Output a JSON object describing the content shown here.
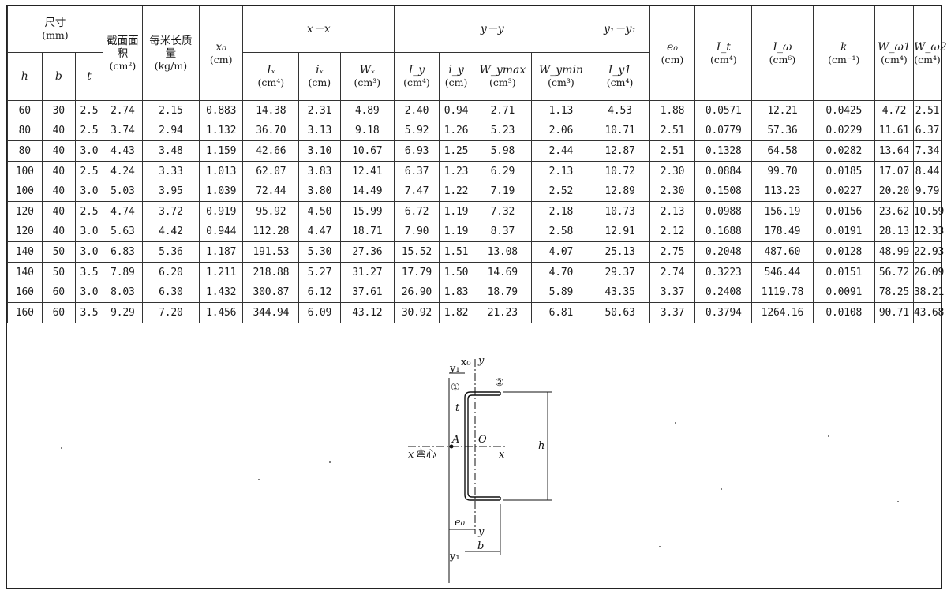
{
  "headers": {
    "dimensions": {
      "label": "尺寸",
      "unit": "(mm)"
    },
    "h": "h",
    "b": "b",
    "t": "t",
    "area": {
      "label": "截面面积",
      "unit": "(cm²)"
    },
    "mass": {
      "label": "每米长质 量",
      "unit": "(kg/m)"
    },
    "x0": {
      "label": "x₀",
      "unit": "(cm)"
    },
    "xx": "x－x",
    "Ix": {
      "label": "Iₓ",
      "unit": "(cm⁴)"
    },
    "ix": {
      "label": "iₓ",
      "unit": "(cm)"
    },
    "Wx": {
      "label": "Wₓ",
      "unit": "(cm³)"
    },
    "yy": "y－y",
    "Iy": {
      "label": "I_y",
      "unit": "(cm⁴)"
    },
    "iy": {
      "label": "i_y",
      "unit": "(cm)"
    },
    "Wymax": {
      "label": "W_ymax",
      "unit": "(cm³)"
    },
    "Wymin": {
      "label": "W_ymin",
      "unit": "(cm³)"
    },
    "y1y1": "y₁－y₁",
    "Iy1": {
      "label": "I_y1",
      "unit": "(cm⁴)"
    },
    "e0": {
      "label": "e₀",
      "unit": "(cm)"
    },
    "It": {
      "label": "I_t",
      "unit": "(cm⁴)"
    },
    "Iw": {
      "label": "I_ω",
      "unit": "(cm⁶)"
    },
    "k": {
      "label": "k",
      "unit": "(cm⁻¹)"
    },
    "Ww1": {
      "label": "W_ω1",
      "unit": "(cm⁴)"
    },
    "Ww2": {
      "label": "W_ω2",
      "unit": "(cm⁴)"
    }
  },
  "rows": [
    [
      "60",
      "30",
      "2.5",
      "2.74",
      "2.15",
      "0.883",
      "14.38",
      "2.31",
      "4.89",
      "2.40",
      "0.94",
      "2.71",
      "1.13",
      "4.53",
      "1.88",
      "0.0571",
      "12.21",
      "0.0425",
      "4.72",
      "2.51"
    ],
    [
      "80",
      "40",
      "2.5",
      "3.74",
      "2.94",
      "1.132",
      "36.70",
      "3.13",
      "9.18",
      "5.92",
      "1.26",
      "5.23",
      "2.06",
      "10.71",
      "2.51",
      "0.0779",
      "57.36",
      "0.0229",
      "11.61",
      "6.37"
    ],
    [
      "80",
      "40",
      "3.0",
      "4.43",
      "3.48",
      "1.159",
      "42.66",
      "3.10",
      "10.67",
      "6.93",
      "1.25",
      "5.98",
      "2.44",
      "12.87",
      "2.51",
      "0.1328",
      "64.58",
      "0.0282",
      "13.64",
      "7.34"
    ],
    [
      "100",
      "40",
      "2.5",
      "4.24",
      "3.33",
      "1.013",
      "62.07",
      "3.83",
      "12.41",
      "6.37",
      "1.23",
      "6.29",
      "2.13",
      "10.72",
      "2.30",
      "0.0884",
      "99.70",
      "0.0185",
      "17.07",
      "8.44"
    ],
    [
      "100",
      "40",
      "3.0",
      "5.03",
      "3.95",
      "1.039",
      "72.44",
      "3.80",
      "14.49",
      "7.47",
      "1.22",
      "7.19",
      "2.52",
      "12.89",
      "2.30",
      "0.1508",
      "113.23",
      "0.0227",
      "20.20",
      "9.79"
    ],
    [
      "120",
      "40",
      "2.5",
      "4.74",
      "3.72",
      "0.919",
      "95.92",
      "4.50",
      "15.99",
      "6.72",
      "1.19",
      "7.32",
      "2.18",
      "10.73",
      "2.13",
      "0.0988",
      "156.19",
      "0.0156",
      "23.62",
      "10.59"
    ],
    [
      "120",
      "40",
      "3.0",
      "5.63",
      "4.42",
      "0.944",
      "112.28",
      "4.47",
      "18.71",
      "7.90",
      "1.19",
      "8.37",
      "2.58",
      "12.91",
      "2.12",
      "0.1688",
      "178.49",
      "0.0191",
      "28.13",
      "12.33"
    ],
    [
      "140",
      "50",
      "3.0",
      "6.83",
      "5.36",
      "1.187",
      "191.53",
      "5.30",
      "27.36",
      "15.52",
      "1.51",
      "13.08",
      "4.07",
      "25.13",
      "2.75",
      "0.2048",
      "487.60",
      "0.0128",
      "48.99",
      "22.93"
    ],
    [
      "140",
      "50",
      "3.5",
      "7.89",
      "6.20",
      "1.211",
      "218.88",
      "5.27",
      "31.27",
      "17.79",
      "1.50",
      "14.69",
      "4.70",
      "29.37",
      "2.74",
      "0.3223",
      "546.44",
      "0.0151",
      "56.72",
      "26.09"
    ],
    [
      "160",
      "60",
      "3.0",
      "8.03",
      "6.30",
      "1.432",
      "300.87",
      "6.12",
      "37.61",
      "26.90",
      "1.83",
      "18.79",
      "5.89",
      "43.35",
      "3.37",
      "0.2408",
      "1119.78",
      "0.0091",
      "78.25",
      "38.21"
    ],
    [
      "160",
      "60",
      "3.5",
      "9.29",
      "7.20",
      "1.456",
      "344.94",
      "6.09",
      "43.12",
      "30.92",
      "1.82",
      "21.23",
      "6.81",
      "50.63",
      "3.37",
      "0.3794",
      "1264.16",
      "0.0108",
      "90.71",
      "43.68"
    ]
  ],
  "figure": {
    "label_y": "y",
    "label_y1": "y₁",
    "label_x0": "x₀",
    "label_1": "①",
    "label_2": "②",
    "label_t": "t",
    "label_A": "A",
    "label_O": "O",
    "label_x_left": "x",
    "label_shear": "弯心",
    "label_x_right": "x",
    "label_h": "h",
    "label_e0": "e₀",
    "label_b": "b"
  }
}
